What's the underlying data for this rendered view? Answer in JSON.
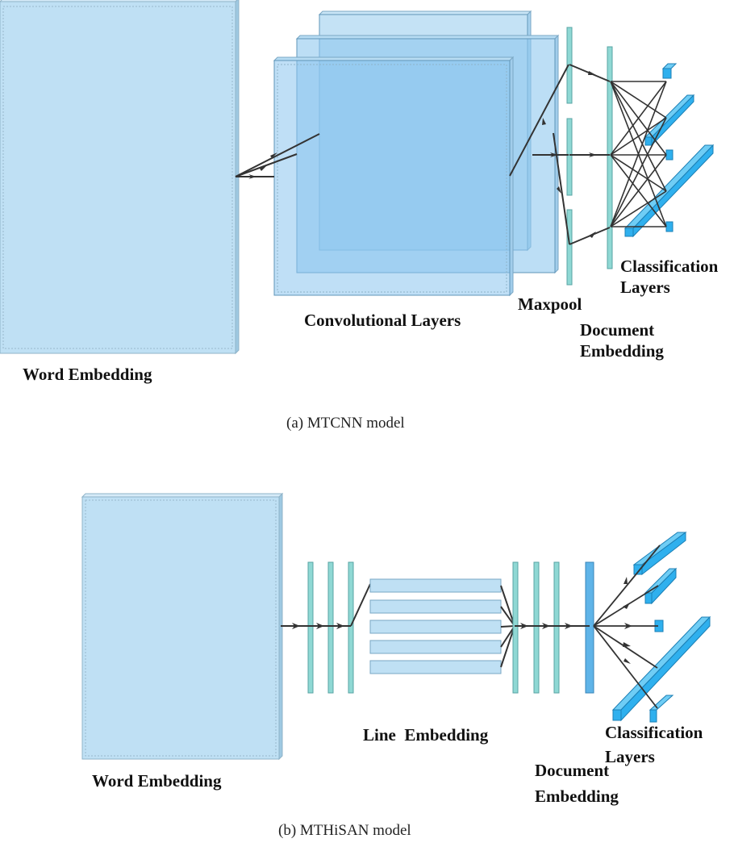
{
  "figure_a": {
    "caption": "(a) MTCNN model",
    "labels": {
      "word_embedding": "Word Embedding",
      "convolutional_layers": "Convolutional Layers",
      "maxpool": "Maxpool",
      "document_embedding_line1": "Document",
      "document_embedding_line2": "Embedding",
      "classification_line1": "Classification",
      "classification_line2": "Layers"
    },
    "num_conv_filters": 3,
    "num_maxpool_vectors": 3,
    "num_classification_tasks": 5
  },
  "figure_b": {
    "caption": "(b) MTHiSAN model",
    "labels": {
      "word_embedding": "Word Embedding",
      "line_embedding": "Line  Embedding",
      "document_embedding_line1": "Document",
      "document_embedding_line2": "Embedding",
      "classification_line1": "Classification",
      "classification_line2": "Layers"
    },
    "num_word_attention_layers": 3,
    "num_line_embeddings": 5,
    "num_line_attention_layers": 3,
    "num_classification_tasks": 5
  },
  "colors": {
    "embedding_fill": "#bfe0f4",
    "conv_fill": "#7fc2ea",
    "attention_bar": "#8fd8d4",
    "doc_bar_b": "#5fb4e8",
    "classifier": "#2fb0ee",
    "edge": "#333333"
  }
}
